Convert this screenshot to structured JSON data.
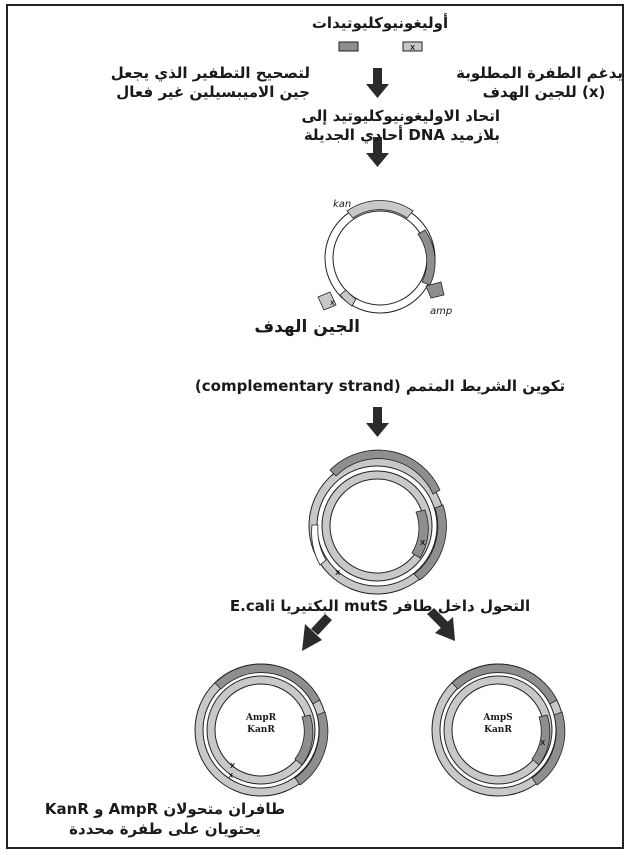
{
  "texts": {
    "oligos_title": "أوليغونيوكليوتيدات",
    "correct_amp_line1": "لتصحيح التطفير الذي يجعل",
    "correct_amp_line2": "جين الاميبسيلين غير فعال",
    "insert_mut_line1": "يدغم الطفرة المطلوبة",
    "insert_mut_line2": "(x) للجين الهدف",
    "anneal_line1": "اتحاد الاوليغونيوكليوتيد إلى",
    "anneal_line2": "بلازميد DNA أحادي الجديلة",
    "kan": "kan",
    "amp": "amp",
    "target_gene": "الجين الهدف",
    "complementary": "تكوين الشريط المتمم (complementary strand)",
    "transform": "التحول داخل طافر mutS البكتيريا E.cali",
    "left_label_l1": "AmpR",
    "left_label_l2": "KanR",
    "right_label_l1": "AmpS",
    "right_label_l2": "KanR",
    "bottom_line1": "طافران متحولان AmpR و KanR",
    "bottom_line2": "يحتويان على طفرة محددة"
  },
  "oligo_marker": "x",
  "colors": {
    "border": "#222222",
    "dark_gray": "#8e8e8e",
    "light_gray": "#c8c8c8",
    "white": "#ffffff",
    "arrow": "#2b2b2b"
  }
}
